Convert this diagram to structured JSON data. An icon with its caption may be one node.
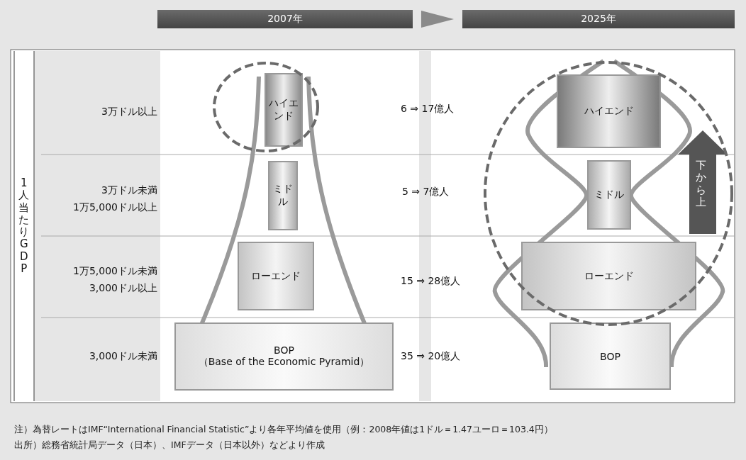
{
  "diagram": {
    "nodes": [
      {
        "text": [
          "2007年"
        ]
      },
      {
        "text": [
          "2025年"
        ]
      },
      {
        "text": [
          "ハイエンド"
        ]
      },
      {
        "text": [
          "ミドル"
        ]
      },
      {
        "text": [
          "ローエンド"
        ]
      },
      {
        "text": [
          "BOP",
          "（Base of the Economic Pyramid）"
        ]
      },
      {
        "text": [
          "ハイエンド"
        ]
      },
      {
        "text": [
          "ミドル"
        ]
      },
      {
        "text": [
          "ローエンド"
        ]
      },
      {
        "text": [
          "BOP"
        ]
      }
    ],
    "edges": [
      {
        "from": 0,
        "to": 1,
        "arrow": "to"
      }
    ],
    "labels": [
      "1人当たりGDP",
      "3万ドル以上",
      "6 ⇒ 17億人",
      "3万ドル未満",
      "1万5,000ドル以上",
      "5 ⇒ 7億人",
      "下から上",
      "1万5,000ドル未満",
      "3,000ドル以上",
      "15 ⇒ 28億人",
      "3,000ドル未満",
      "35 ⇒ 20億人",
      "注）為替レートはIMF“International Financial Statistic”より各年平均値を使用（例：2008年値は1ドル＝1.47ユーロ＝103.4円）",
      "出所）総務省統計局データ（日本）、IMFデータ（日本以外）などより作成"
    ]
  }
}
